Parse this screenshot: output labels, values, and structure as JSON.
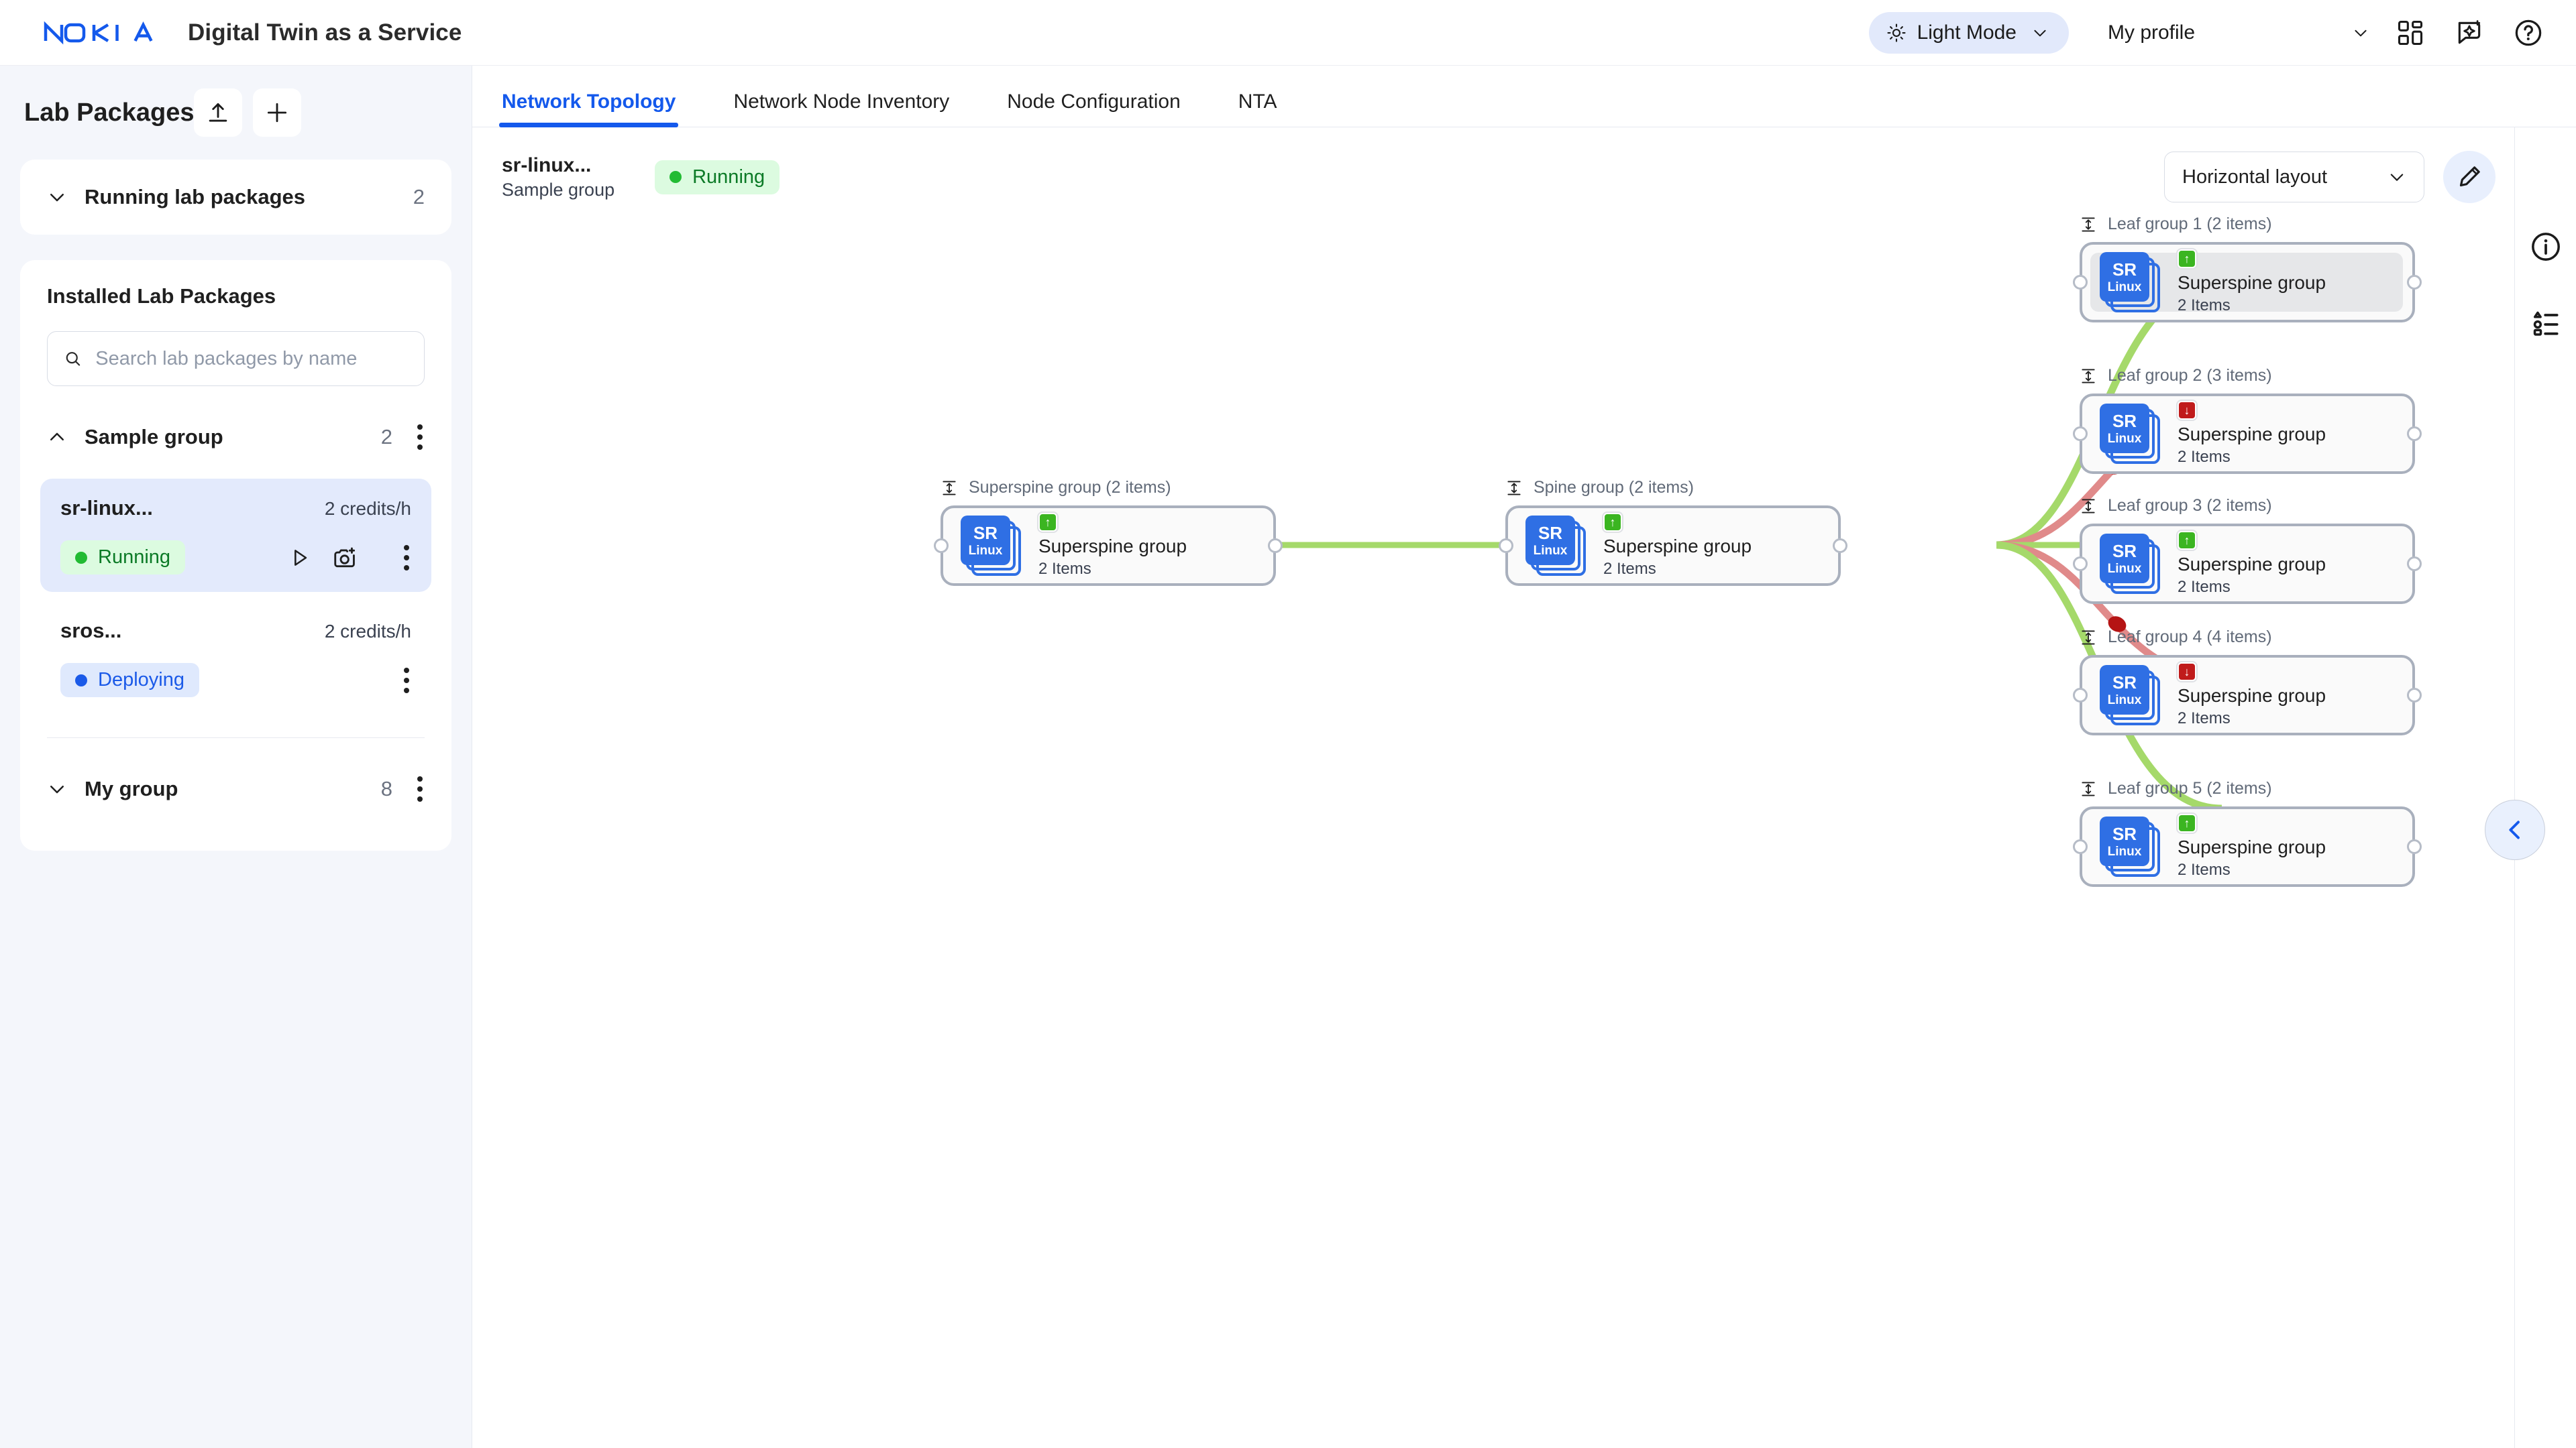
{
  "header": {
    "logo_alt": "NOKIA",
    "app_title": "Digital Twin as a Service",
    "mode_label": "Light Mode",
    "profile_label": "My profile",
    "icons": [
      "dashboard-icon",
      "ai-assistant-icon",
      "help-icon"
    ]
  },
  "sidebar": {
    "title": "Lab Packages",
    "upload_label": "Upload",
    "add_label": "Add",
    "running_section": {
      "label": "Running lab packages",
      "count": "2"
    },
    "installed_title": "Installed Lab Packages",
    "search": {
      "value": "",
      "placeholder": "Search lab packages by name"
    },
    "groups": [
      {
        "name": "Sample group",
        "count": "2",
        "expanded": true,
        "packages": [
          {
            "name": "sr-linux...",
            "credits": "2 credits/h",
            "status": "Running",
            "selected": true
          },
          {
            "name": "sros...",
            "credits": "2 credits/h",
            "status": "Deploying",
            "selected": false
          }
        ]
      },
      {
        "name": "My group",
        "count": "8",
        "expanded": false,
        "packages": []
      }
    ]
  },
  "main": {
    "tabs": [
      {
        "label": "Network Topology",
        "active": true
      },
      {
        "label": "Network Node Inventory",
        "active": false
      },
      {
        "label": "Node Configuration",
        "active": false
      },
      {
        "label": "NTA",
        "active": false
      }
    ],
    "content_header": {
      "package_name": "sr-linux...",
      "group_name": "Sample group",
      "status": "Running"
    },
    "layout_select": {
      "value": "Horizontal layout"
    },
    "edit_button_label": "Edit topology",
    "rail": {
      "info_label": "Information",
      "legend_label": "Legend"
    },
    "collapse_label": "Collapse panel"
  },
  "topology": {
    "node_state_up_glyph": "↑",
    "node_state_down_glyph": "↓",
    "device_badge": {
      "line1": "SR",
      "line2": "Linux"
    },
    "groups": [
      {
        "id": "superspine",
        "label": "Superspine group (2 items)",
        "title": "Superspine group",
        "items": "2 Items",
        "state": "up",
        "selected": false
      },
      {
        "id": "spine",
        "label": "Spine group (2 items)",
        "title": "Superspine group",
        "items": "2 Items",
        "state": "up",
        "selected": false
      },
      {
        "id": "leaf1",
        "label": "Leaf group 1 (2 items)",
        "title": "Superspine group",
        "items": "2 Items",
        "state": "up",
        "selected": true
      },
      {
        "id": "leaf2",
        "label": "Leaf group 2 (3 items)",
        "title": "Superspine group",
        "items": "2 Items",
        "state": "down",
        "selected": false
      },
      {
        "id": "leaf3",
        "label": "Leaf group 3 (2 items)",
        "title": "Superspine group",
        "items": "2 Items",
        "state": "up",
        "selected": false
      },
      {
        "id": "leaf4",
        "label": "Leaf group 4 (4 items)",
        "title": "Superspine group",
        "items": "2 Items",
        "state": "down",
        "selected": false
      },
      {
        "id": "leaf5",
        "label": "Leaf group 5 (2 items)",
        "title": "Superspine group",
        "items": "2 Items",
        "state": "up",
        "selected": false
      }
    ],
    "links": [
      {
        "from": "superspine",
        "to": "spine",
        "state": "up"
      },
      {
        "from": "spine",
        "to": "leaf1",
        "state": "up"
      },
      {
        "from": "spine",
        "to": "leaf2",
        "state": "down"
      },
      {
        "from": "spine",
        "to": "leaf3",
        "state": "up"
      },
      {
        "from": "spine",
        "to": "leaf4",
        "state": "down"
      },
      {
        "from": "spine",
        "to": "leaf5",
        "state": "up"
      }
    ]
  },
  "colors": {
    "brand_blue": "#1459ec",
    "link_up": "#a5d96a",
    "link_down": "#e08a8a",
    "link_down_marker": "#b51414",
    "status_running": "#22bb33",
    "status_deploying": "#1b5ae8",
    "node_state_up": "#3bb521",
    "node_state_down": "#c01b1b"
  }
}
